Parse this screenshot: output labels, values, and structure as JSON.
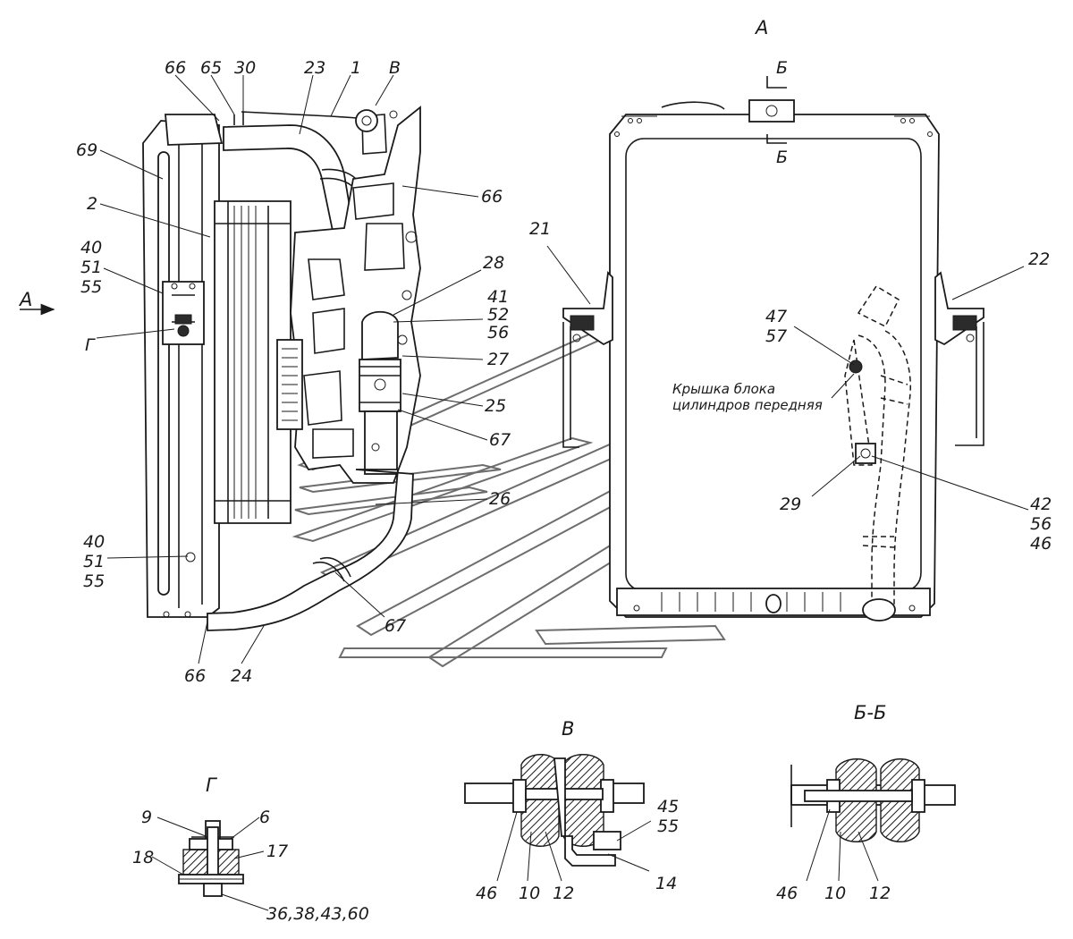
{
  "view_labels": {
    "main": "А",
    "arrow_a": "А",
    "section_b_top": "Б",
    "section_b_bottom": "Б",
    "detail_v": "В",
    "detail_g": "Г",
    "detail_v_title": "В",
    "detail_bb_title": "Б-Б",
    "detail_g_title": "Г"
  },
  "annotation": "Крышка блока цилиндров передняя",
  "left_view_callouts": {
    "c66_top": "66",
    "c65": "65",
    "c30": "30",
    "c23": "23",
    "c1": "1",
    "c69": "69",
    "c2": "2",
    "c40a": "40",
    "c51a": "51",
    "c55a": "55",
    "c66_right": "66",
    "c28": "28",
    "c41": "41",
    "c52": "52",
    "c56": "56",
    "c27": "27",
    "c25": "25",
    "c67a": "67",
    "c26": "26",
    "c40b": "40",
    "c51b": "51",
    "c55b": "55",
    "c67b": "67",
    "c66_bottom": "66",
    "c24": "24"
  },
  "right_view_callouts": {
    "c21": "21",
    "c22": "22",
    "c47": "47",
    "c57": "57",
    "c29": "29",
    "c42": "42",
    "c56": "56",
    "c46": "46"
  },
  "detail_g_callouts": {
    "c9": "9",
    "c6": "6",
    "c18": "18",
    "c17": "17",
    "c36": "36,38,43,60"
  },
  "detail_v_callouts": {
    "c45": "45",
    "c55": "55",
    "c14": "14",
    "c46": "46",
    "c10": "10",
    "c12": "12"
  },
  "detail_bb_callouts": {
    "c46": "46",
    "c10": "10",
    "c12": "12"
  }
}
